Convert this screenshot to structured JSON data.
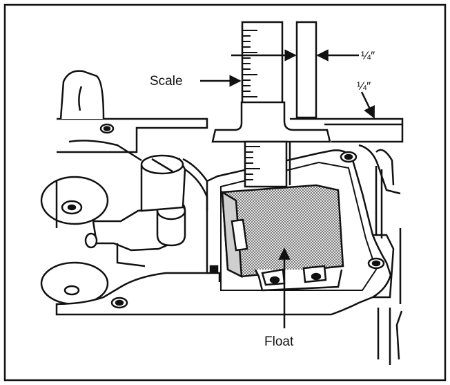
{
  "labels": {
    "scale": "Scale",
    "float": "Float",
    "gap_upper": "¼″",
    "gap_lower": "¼″"
  },
  "colors": {
    "ink": "#111111",
    "paper": "#ffffff",
    "float_fill": "#bdbdbd"
  }
}
